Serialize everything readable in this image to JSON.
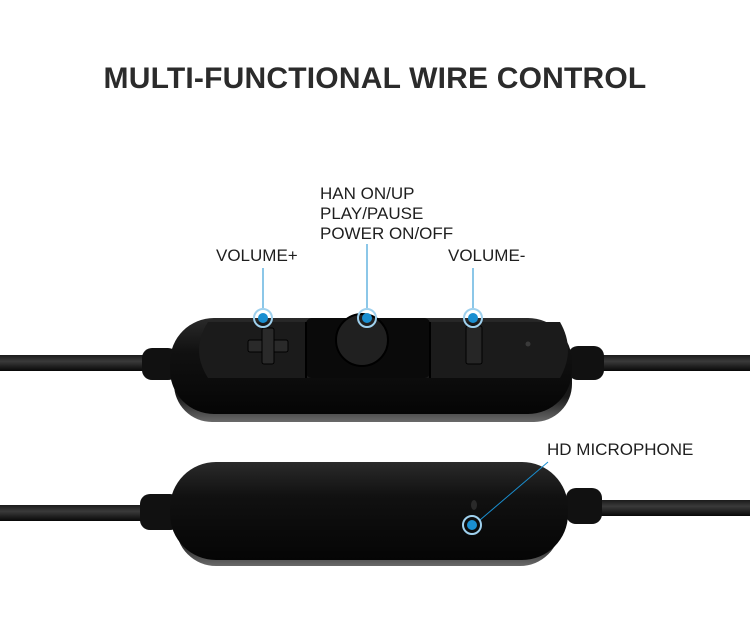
{
  "title": "MULTI-FUNCTIONAL WIRE CONTROL",
  "labels": {
    "volume_plus": "VOLUME+",
    "volume_minus": "VOLUME-",
    "multi_function": [
      "HAN ON/UP",
      "PLAY/PAUSE",
      "POWER ON/OFF"
    ],
    "microphone": "HD MICROPHONE"
  },
  "colors": {
    "background": "#ffffff",
    "title": "#2b2b2b",
    "callout": "#1a8fd1",
    "body": "#0d0d0d"
  },
  "icons": [
    "volume-plus-button-icon",
    "multi-function-button-icon",
    "volume-minus-button-icon",
    "microphone-hole-icon"
  ]
}
